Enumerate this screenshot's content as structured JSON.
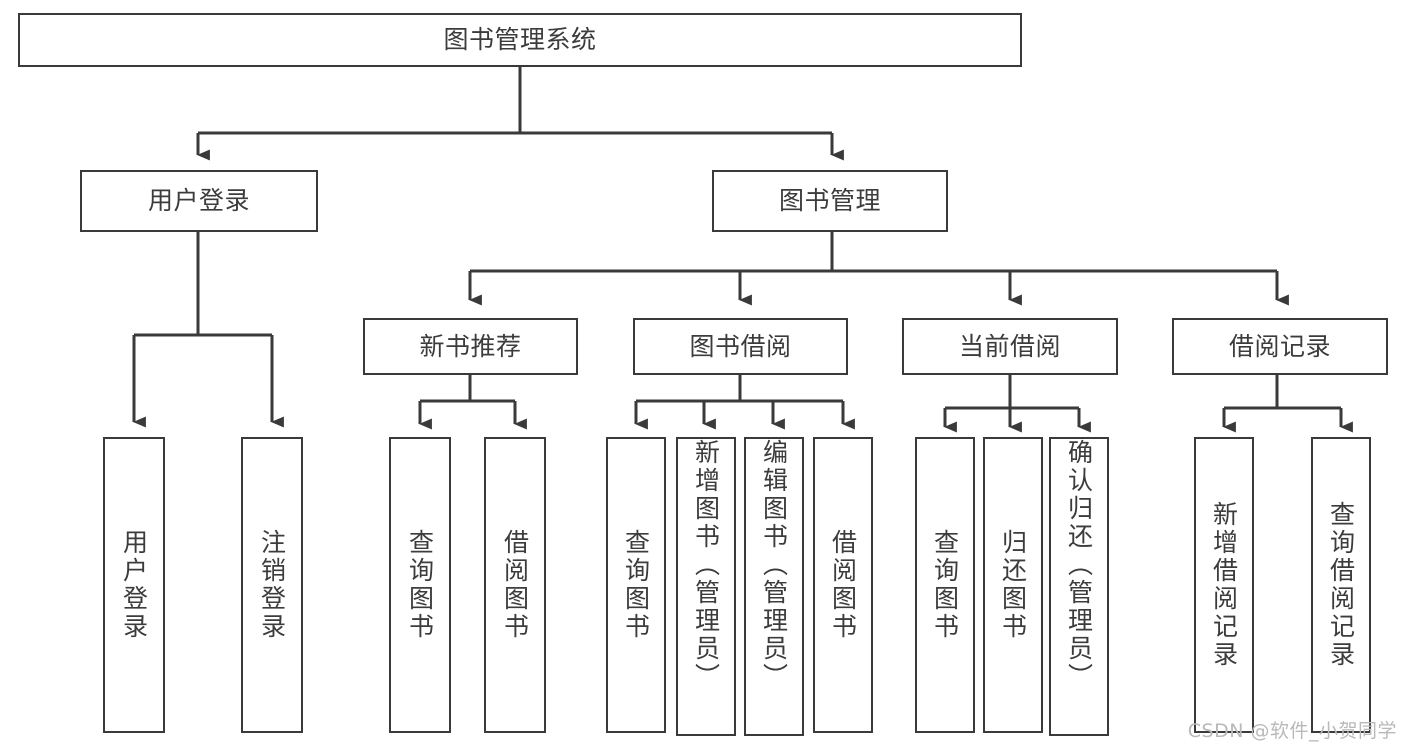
{
  "diagram": {
    "title": "图书管理系统",
    "type": "tree",
    "watermark": "CSDN @软件_小贺同学",
    "colors": {
      "stroke": "#3a3a3a",
      "text": "#3c3c3c",
      "background": "#ffffff",
      "watermark": "#b9b9b9"
    },
    "nodes": {
      "root": {
        "label": "图书管理系统"
      },
      "level2": [
        {
          "label": "用户登录"
        },
        {
          "label": "图书管理"
        }
      ],
      "level3": [
        {
          "label": "新书推荐"
        },
        {
          "label": "图书借阅"
        },
        {
          "label": "当前借阅"
        },
        {
          "label": "借阅记录"
        }
      ],
      "leaves": {
        "user_login": [
          {
            "label": "用户登录"
          },
          {
            "label": "注销登录"
          }
        ],
        "new_book": [
          {
            "label": "查询图书"
          },
          {
            "label": "借阅图书"
          }
        ],
        "book_borrow": [
          {
            "label": "查询图书"
          },
          {
            "label": "新增图书（管理员）"
          },
          {
            "label": "编辑图书（管理员）"
          },
          {
            "label": "借阅图书"
          }
        ],
        "current_borrow": [
          {
            "label": "查询图书"
          },
          {
            "label": "归还图书"
          },
          {
            "label": "确认归还（管理员）"
          }
        ],
        "borrow_record": [
          {
            "label": "新增借阅记录"
          },
          {
            "label": "查询借阅记录"
          }
        ]
      }
    }
  }
}
